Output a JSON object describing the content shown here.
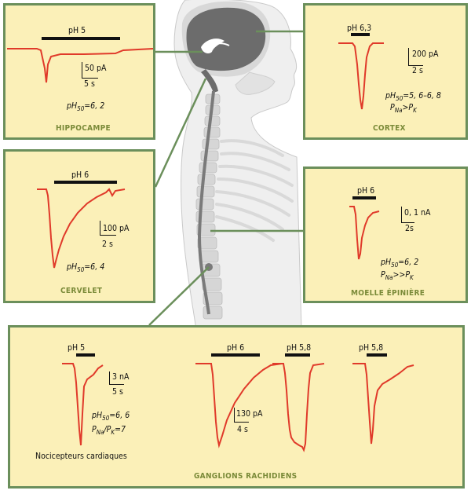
{
  "colors": {
    "panel_fill": "#fbf0b8",
    "panel_border": "#6b8f5b",
    "trace": "#e03a2a",
    "caption": "#7a8a38",
    "anatomy_dark": "#6c6c6c",
    "anatomy_light": "#d6d6d6"
  },
  "panels": {
    "hippocampe": {
      "caption": "HIPPOCAMPE",
      "ph": "pH 5",
      "scale_y": "50 pA",
      "scale_x": "5 s",
      "ph50_lhs": "pH",
      "ph50_sub": "50",
      "ph50_rhs": "=6, 2"
    },
    "cortex": {
      "caption": "CORTEX",
      "ph": "pH 6,3",
      "scale_y": "200 pA",
      "scale_x": "2 s",
      "ph50_lhs": "pH",
      "ph50_sub": "50",
      "ph50_rhs": "=5, 6–6, 8",
      "perm_a": "P",
      "perm_a_sub": "Na",
      "perm_op": ">P",
      "perm_b_sub": "K"
    },
    "cervelet": {
      "caption": "CERVELET",
      "ph": "pH 6",
      "scale_y": "100 pA",
      "scale_x": "2 s",
      "ph50_lhs": "pH",
      "ph50_sub": "50",
      "ph50_rhs": "=6, 4"
    },
    "moelle": {
      "caption": "MOELLE ÉPINIÈRE",
      "ph": "pH 6",
      "scale_y": "0, 1 nA",
      "scale_x": "2s",
      "ph50_lhs": "pH",
      "ph50_sub": "50",
      "ph50_rhs": "=6, 2",
      "perm_a": "P",
      "perm_a_sub": "Na",
      "perm_op": ">>P",
      "perm_b_sub": "K"
    },
    "ganglions": {
      "caption": "GANGLIONS RACHIDIENS",
      "ph1": "pH 5",
      "scale1_y": "3 nA",
      "scale1_x": "5 s",
      "ph50_lhs": "pH",
      "ph50_sub": "50",
      "ph50_rhs": "=6, 6",
      "perm_a": "P",
      "perm_a_sub": "Na",
      "perm_op": "/P",
      "perm_b_sub": "K",
      "perm_rhs": "=7",
      "nocicepteurs": "Nocicepteurs cardiaques",
      "ph2": "pH 6",
      "scale2_y": "130 pA",
      "scale2_x": "4 s",
      "ph3": "pH 5,8",
      "ph4": "pH 5,8"
    }
  }
}
